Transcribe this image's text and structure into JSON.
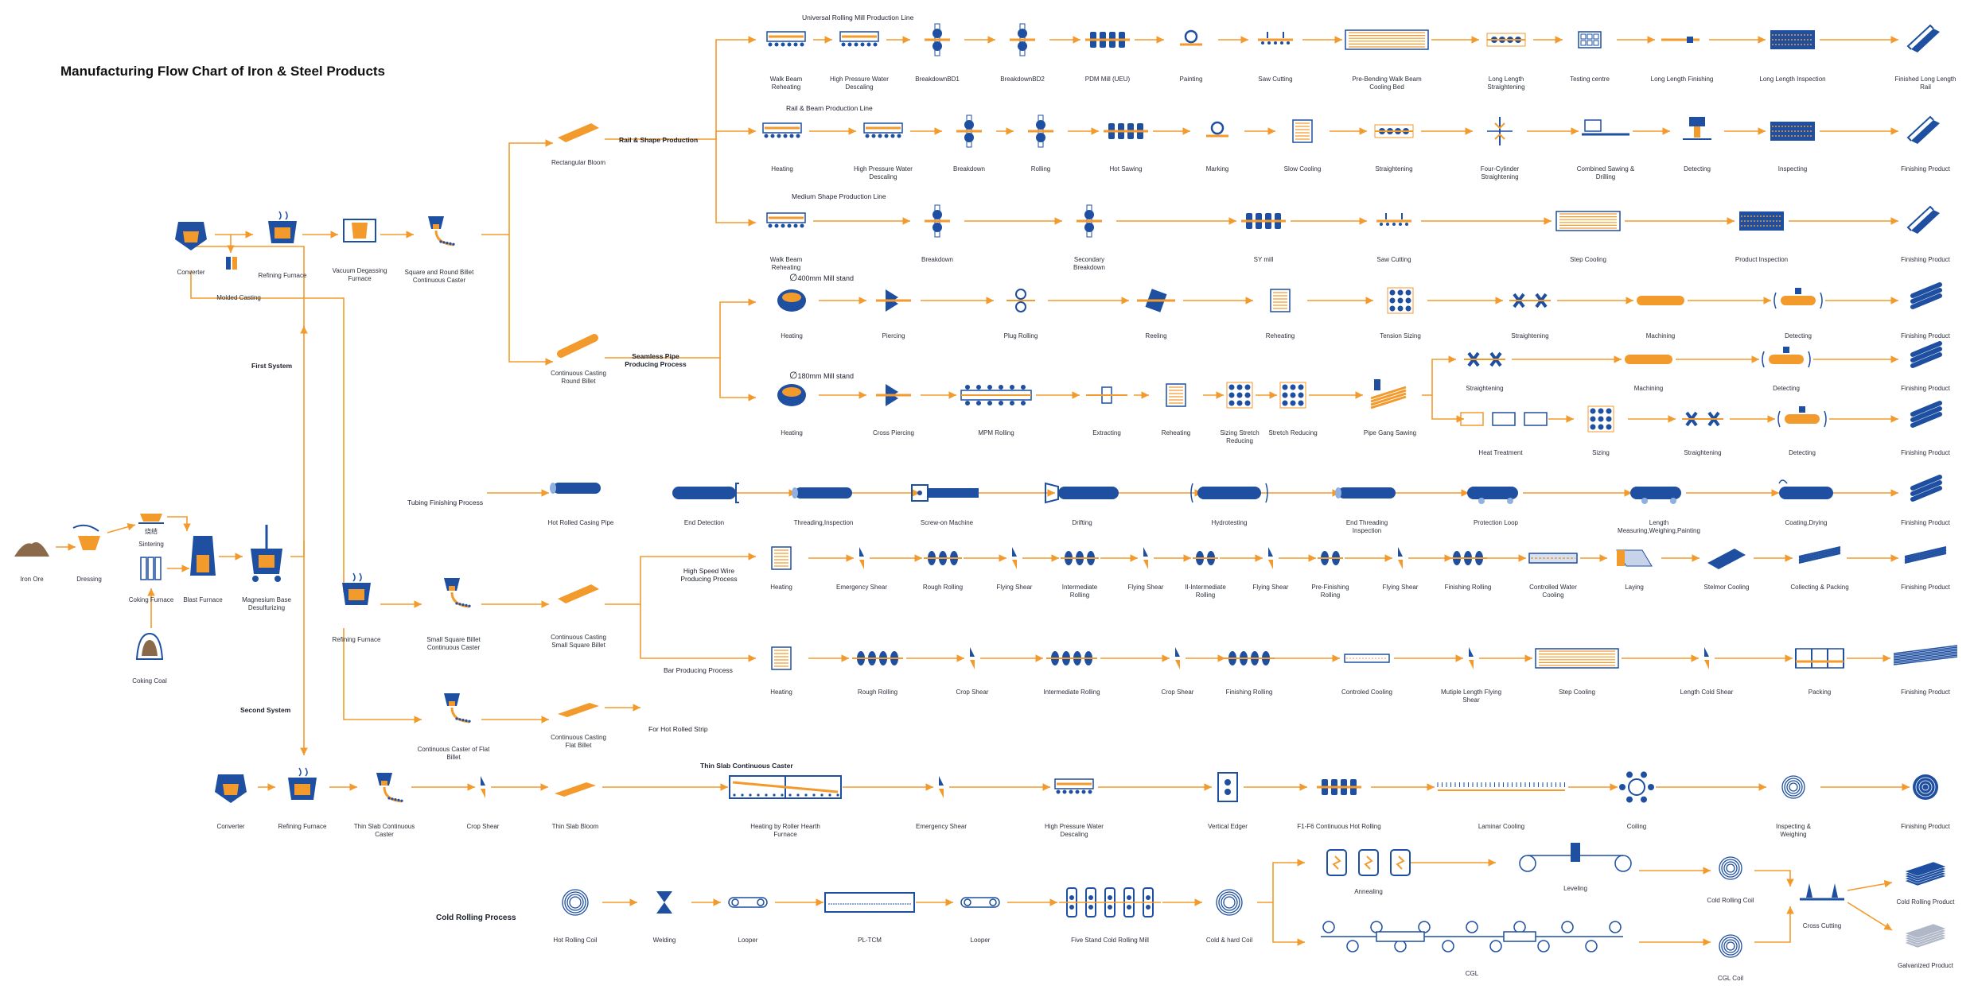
{
  "title": "Manufacturing Flow Chart of Iron & Steel Products",
  "colors": {
    "blue": "#1e4fa0",
    "orange": "#f39a2c",
    "text": "#2b2f3a"
  },
  "sections": {
    "rail_shape": "Rail & Shape Production",
    "universal": "Universal Rolling Mill Production Line",
    "rail_beam": "Rail & Beam Production Line",
    "medium_shape": "Medium Shape Production Line",
    "seamless": "Seamless Pipe Producing Process",
    "mill400": "400mm Mill stand",
    "mill180": "180mm Mill stand",
    "tubing": "Tubing Finishing Process",
    "high_speed": "High Speed Wire Producing Process",
    "bar": "Bar Producing Process",
    "hot_strip": "For Hot Rolled Strip",
    "thin_slab": "Thin Slab Continuous Caster",
    "cold": "Cold Rolling Process",
    "first": "First System",
    "second": "Second System"
  },
  "upstream": {
    "iron_ore": "Iron Ore",
    "dressing": "Dressing",
    "sintering": "Sintering",
    "sinter_mark": "烧结",
    "coking_furnace": "Coking Furnace",
    "coking_coal": "Coking Coal",
    "blast_furnace": "Blast Furnace",
    "magnesium": "Magnesium Base Desulfurizing",
    "converter": "Converter",
    "molded_casting": "Molded Casting",
    "refining": "Refining Furnace",
    "vacuum": "Vacuum Degassing Furnace",
    "square_round": "Square and Round Billet Continuous Caster",
    "rect_bloom": "Rectangular Bloom",
    "cc_round": "Continuous Casting Round Billet",
    "refining2": "Refining Furnace",
    "small_square": "Small Square Billet Continuous Caster",
    "cc_small": "Continuous Casting Small Square Billet",
    "flat_caster": "Continuous Caster of Flat Billet",
    "cc_flat": "Continuous Casting Flat Billet",
    "hot_casing": "Hot Rolled Casing Pipe"
  },
  "rows": {
    "universal": [
      "Walk Beam Reheating",
      "High Pressure Water Descaling",
      "BreakdownBD1",
      "BreakdownBD2",
      "PDM Mill (UEU)",
      "Painting",
      "Saw Cutting",
      "Pre-Bending Walk Beam Cooling Bed",
      "Long Length Straightening",
      "Testing centre",
      "Long Length Finishing",
      "Long Length Inspection",
      "Finished Long Length Rail"
    ],
    "rail_beam": [
      "Heating",
      "High Pressure Water Descaling",
      "Breakdown",
      "Rolling",
      "Hot Sawing",
      "Marking",
      "Slow Cooling",
      "Straightening",
      "Four-Cylinder Straightening",
      "Combined Sawing & Drilling",
      "Detecting",
      "Inspecting",
      "Finishing Product"
    ],
    "medium": [
      "Walk Beam Reheating",
      "Breakdown",
      "Secondary Breakdown",
      "SY mill",
      "Saw Cutting",
      "Step Cooling",
      "Product Inspection",
      "Finishing Product"
    ],
    "pipe400": [
      "Heating",
      "Piercing",
      "Plug Rolling",
      "Reeling",
      "Reheating",
      "Tension Sizing",
      "Straightening",
      "Machining",
      "Detecting",
      "Finishing Product"
    ],
    "pipe180": [
      "Heating",
      "Cross Piercing",
      "MPM Rolling",
      "Extracting",
      "Reheating",
      "Sizing Stretch Reducing",
      "Stretch Reducing",
      "Pipe Gang Sawing"
    ],
    "pipe180a": [
      "Straightening",
      "Machining",
      "Detecting",
      "Finishing Product"
    ],
    "pipe180b": [
      "Heat Treatment",
      "Sizing",
      "Straightening",
      "Detecting",
      "Finishing Product"
    ],
    "tubing": [
      "End Detection",
      "Threading,Inspection",
      "Screw-on Machine",
      "Drifting",
      "Hydrotesting",
      "End Threading Inspection",
      "Protection Loop",
      "Length Measuring,Weighing,Painting",
      "Coating,Drying",
      "Finishing Product"
    ],
    "wire": [
      "Heating",
      "Emergency Shear",
      "Rough Rolling",
      "Flying Shear",
      "Intermediate Rolling",
      "Flying Shear",
      "II-Intermediate Rolling",
      "Flying Shear",
      "Pre-Finishing Rolling",
      "Flying Shear",
      "Finishing Rolling",
      "Controlled Water Cooling",
      "Laying",
      "Stelmor Cooling",
      "Collecting & Packing",
      "Finishing Product"
    ],
    "bar": [
      "Heating",
      "Rough Rolling",
      "Crop Shear",
      "Intermediate Rolling",
      "Crop Shear",
      "Finishing Rolling",
      "Controled Cooling",
      "Mutiple Length Flying Shear",
      "Step Cooling",
      "Length Cold Shear",
      "Packing",
      "Finishing Product"
    ],
    "thin": [
      "Converter",
      "Refining Furnace",
      "Thin Slab Continuous Caster",
      "Crop Shear",
      "Thin Slab Bloom",
      "Heating by Roller Hearth Furnace",
      "Emergency Shear",
      "High Pressure Water Descaling",
      "Vertical Edger",
      "F1-F6 Continuous Hot Rolling",
      "Laminar Cooling",
      "Coiling",
      "Inspecting & Weighing",
      "Finishing Product"
    ],
    "cold": [
      "Hot Rolling Coil",
      "Welding",
      "Looper",
      "PL-TCM",
      "Looper",
      "Five Stand Cold Rolling Mill",
      "Cold & hard Coil"
    ],
    "cold_end": [
      "Annealing",
      "Leveling",
      "Cold Rolling Coil",
      "CGL",
      "CGL Coil",
      "Cross Cutting",
      "Cold Rolling Product",
      "Galvanized Product"
    ]
  }
}
